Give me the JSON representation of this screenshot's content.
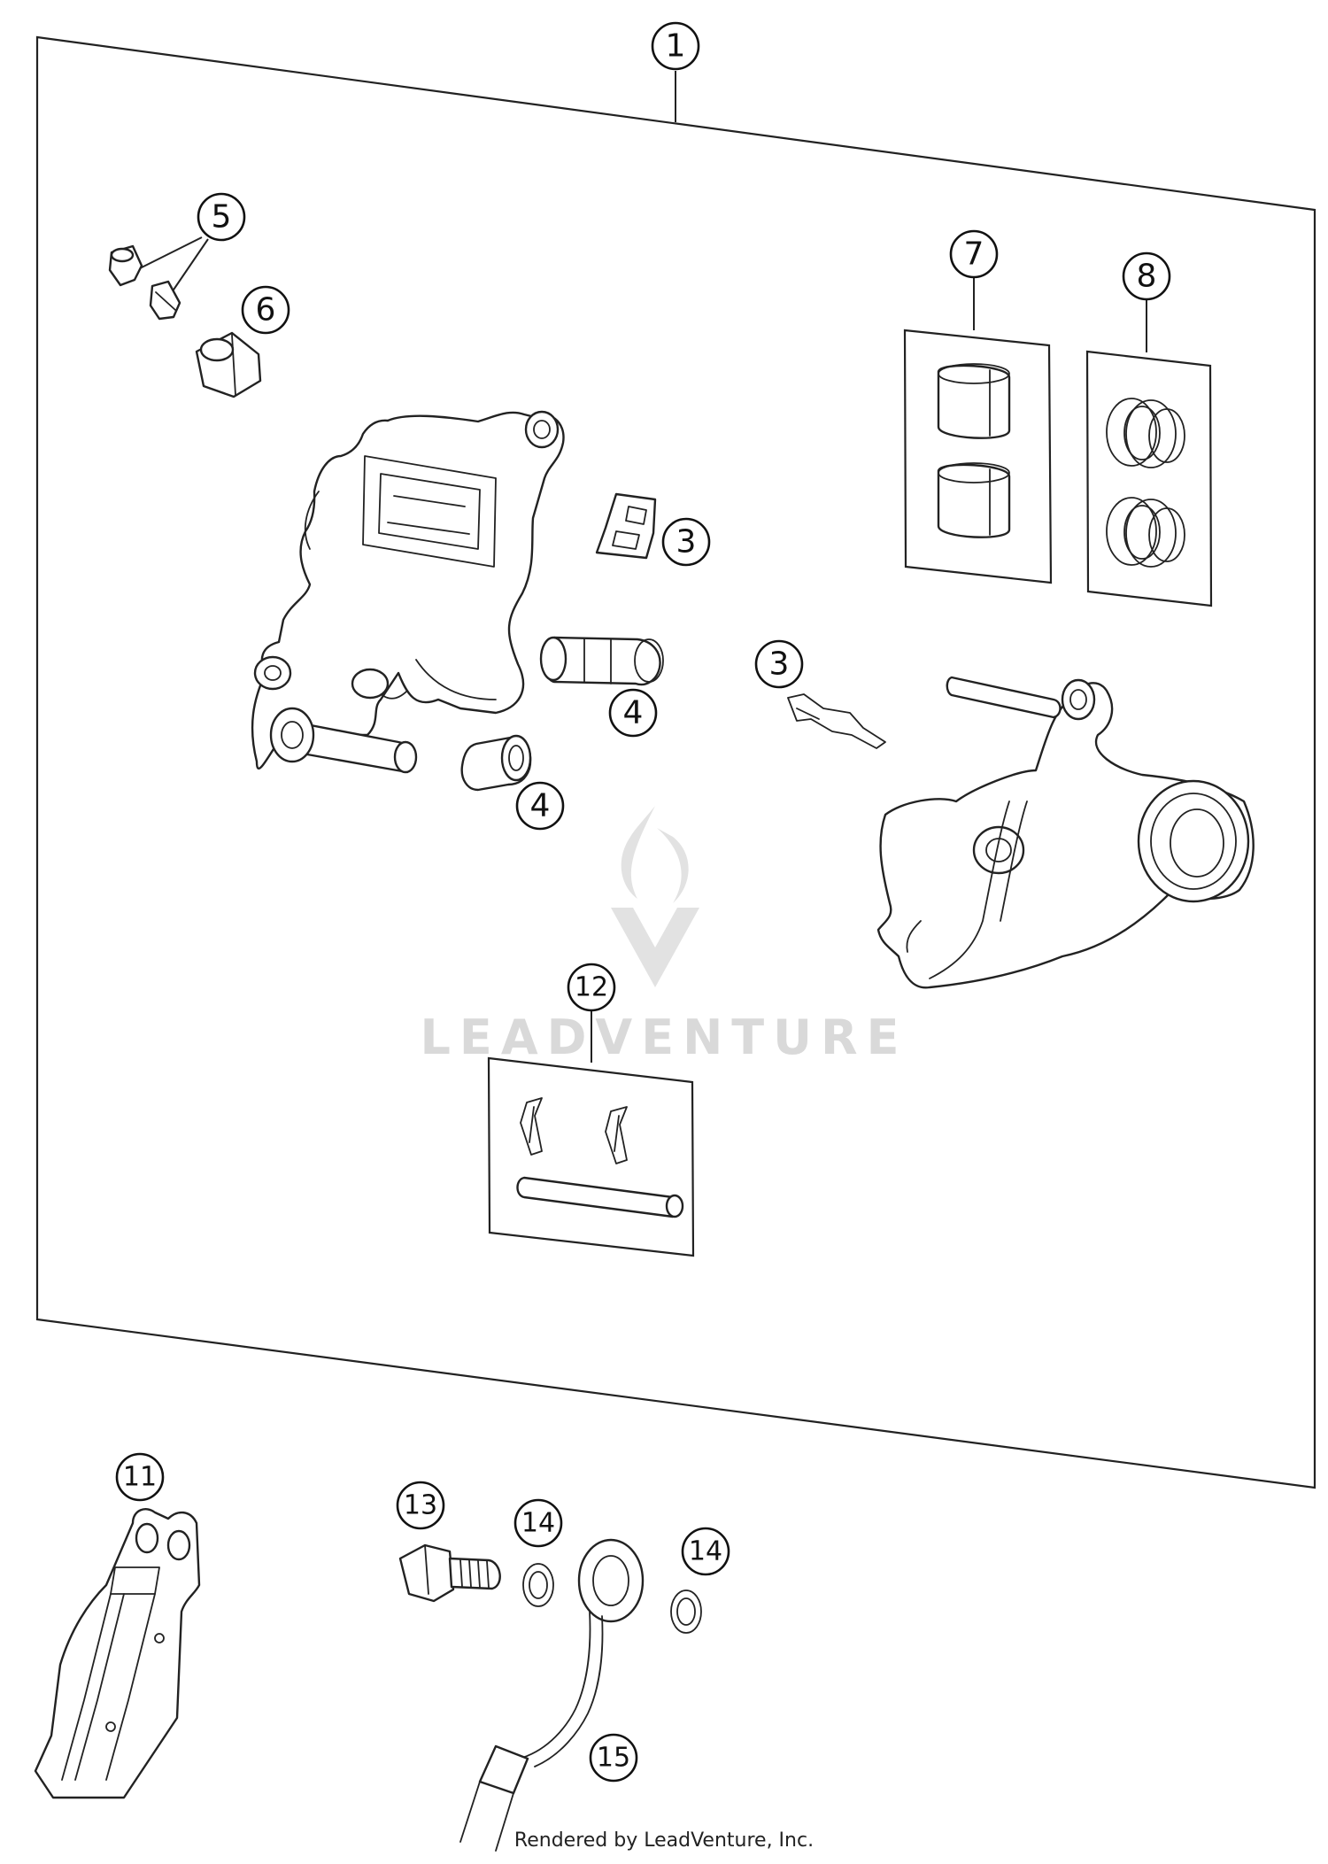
{
  "callouts": {
    "c1": "1",
    "c3a": "3",
    "c3b": "3",
    "c4a": "4",
    "c4b": "4",
    "c5": "5",
    "c6": "6",
    "c7": "7",
    "c8": "8",
    "c11": "11",
    "c12": "12",
    "c13": "13",
    "c14a": "14",
    "c14b": "14",
    "c15": "15"
  },
  "watermark": {
    "text": "LEADVENTURE"
  },
  "footer": {
    "text": "Rendered by LeadVenture, Inc."
  }
}
